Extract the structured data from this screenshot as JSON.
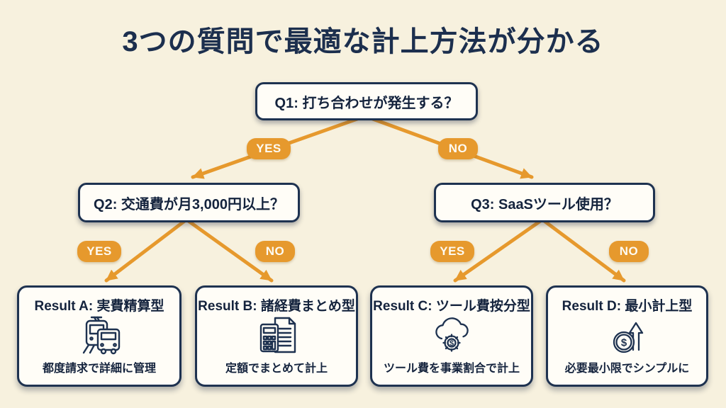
{
  "title": "3つの質問で最適な計上方法が分かる",
  "colors": {
    "background_cream": "#f6efdb",
    "accent_orange": "#e6992d",
    "navy_ink": "#1e3250",
    "card_white": "#fffdf7"
  },
  "questions": {
    "q1": "Q1: 打ち合わせが発生する？",
    "q2": "Q2: 交通費が月3,000円以上？",
    "q3": "Q3: SaaSツール使用？"
  },
  "branch_labels": {
    "yes": "YES",
    "no": "NO"
  },
  "results": [
    {
      "id": "A",
      "title": "Result A: 実費精算型",
      "caption": "都度請求で詳細に管理",
      "icon": "train-bus-icon"
    },
    {
      "id": "B",
      "title": "Result B: 諸経費まとめ型",
      "caption": "定額でまとめて計上",
      "icon": "calculator-document-icon"
    },
    {
      "id": "C",
      "title": "Result C: ツール費按分型",
      "caption": "ツール費を事業割合で計上",
      "icon": "cloud-gear-dollar-icon"
    },
    {
      "id": "D",
      "title": "Result D: 最小計上型",
      "caption": "必要最小限でシンプルに",
      "icon": "coin-arrow-up-icon"
    }
  ]
}
